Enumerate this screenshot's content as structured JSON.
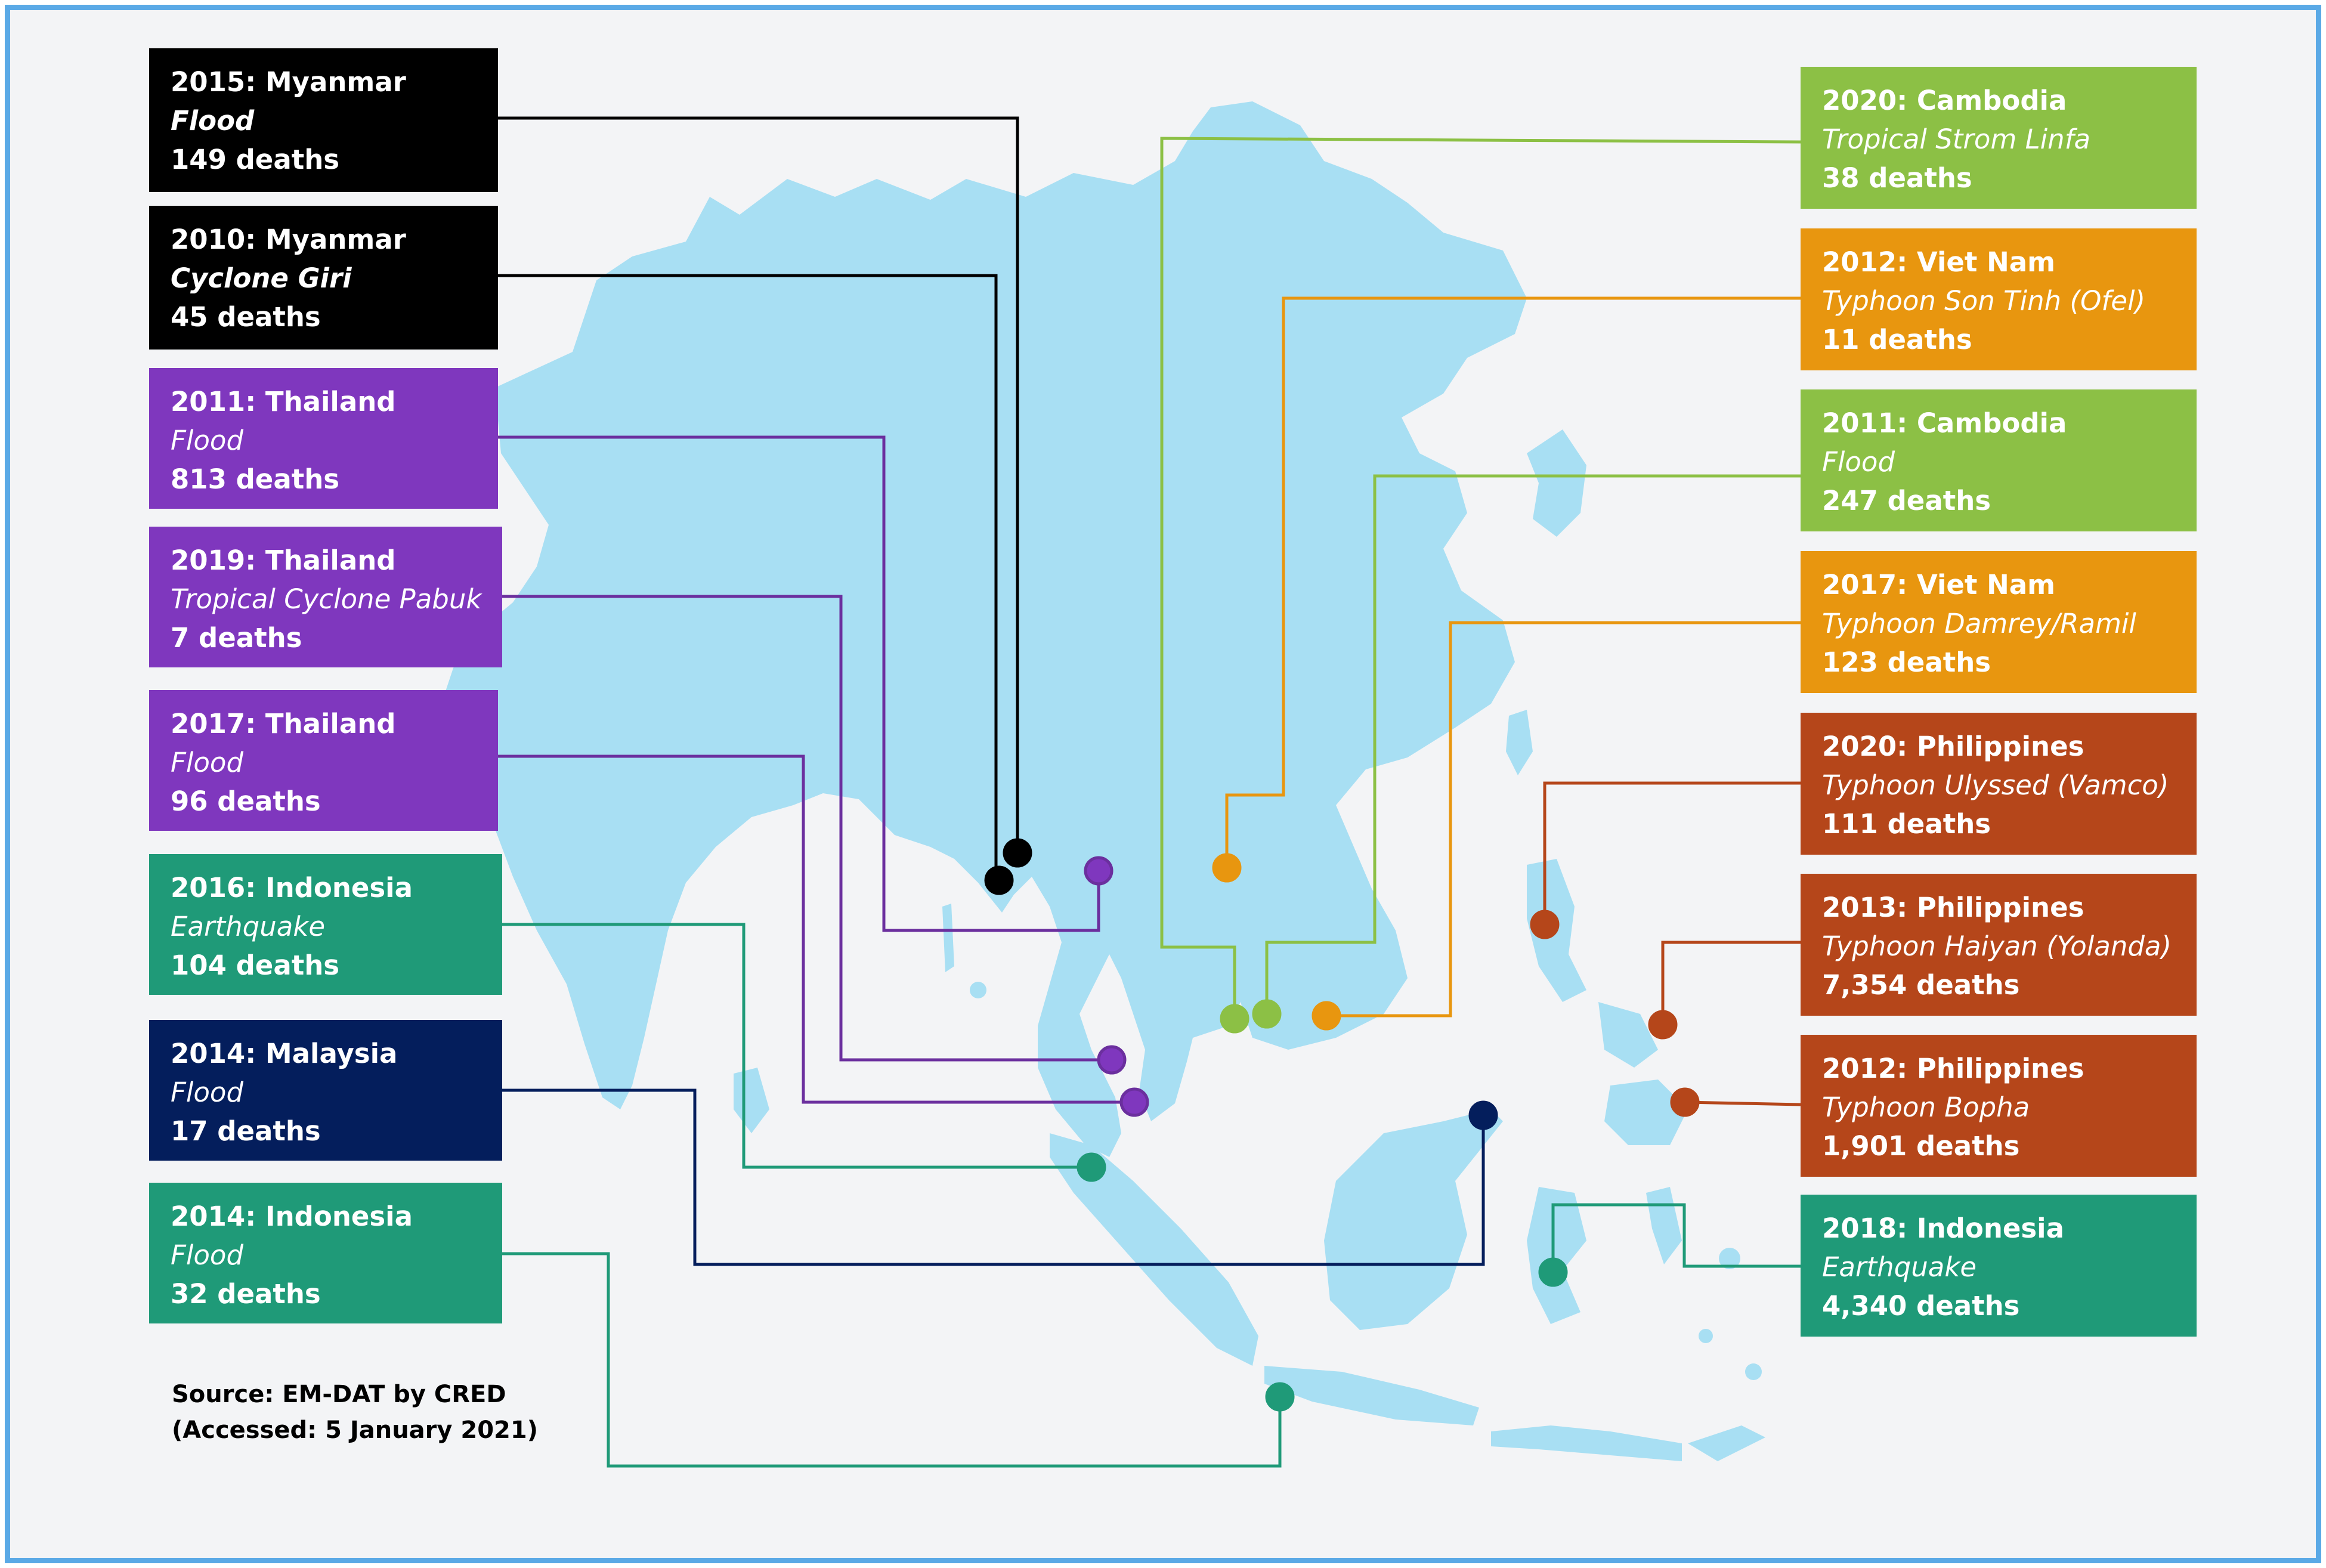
{
  "colors": {
    "black": "#000000",
    "purple": "#7f37be",
    "purple_line": "#6b2f9e",
    "teal": "#1f9a78",
    "navy": "#041e5c",
    "lime": "#8cc045",
    "orange": "#e8960f",
    "rust": "#b5461a",
    "land": "#a8dff3",
    "sea": "#f3f4f6",
    "border": "#5aa9e6"
  },
  "left_cards": [
    {
      "year_country": "2015: Myanmar",
      "event": "Flood",
      "deaths": "149 deaths",
      "color": "black"
    },
    {
      "year_country": "2010: Myanmar",
      "event": "Cyclone Giri",
      "deaths": "45 deaths",
      "color": "black"
    },
    {
      "year_country": "2011: Thailand",
      "event": "Flood",
      "deaths": "813 deaths",
      "color": "purple"
    },
    {
      "year_country": "2019: Thailand",
      "event": "Tropical Cyclone Pabuk",
      "deaths": "7 deaths",
      "color": "purple"
    },
    {
      "year_country": "2017: Thailand",
      "event": "Flood",
      "deaths": "96 deaths",
      "color": "purple"
    },
    {
      "year_country": "2016: Indonesia",
      "event": "Earthquake",
      "deaths": "104 deaths",
      "color": "teal"
    },
    {
      "year_country": "2014: Malaysia",
      "event": "Flood",
      "deaths": "17 deaths",
      "color": "navy"
    },
    {
      "year_country": "2014: Indonesia",
      "event": "Flood",
      "deaths": "32 deaths",
      "color": "teal"
    }
  ],
  "right_cards": [
    {
      "year_country": "2020: Cambodia",
      "event": "Tropical Strom Linfa",
      "deaths": "38 deaths",
      "color": "lime"
    },
    {
      "year_country": "2012: Viet Nam",
      "event": "Typhoon Son Tinh (Ofel)",
      "deaths": "11 deaths",
      "color": "orange"
    },
    {
      "year_country": "2011: Cambodia",
      "event": "Flood",
      "deaths": "247 deaths",
      "color": "lime"
    },
    {
      "year_country": "2017: Viet Nam",
      "event": "Typhoon Damrey/Ramil",
      "deaths": "123 deaths",
      "color": "orange"
    },
    {
      "year_country": "2020: Philippines",
      "event": "Typhoon Ulyssed (Vamco)",
      "deaths": "111 deaths",
      "color": "rust"
    },
    {
      "year_country": "2013: Philippines",
      "event": "Typhoon Haiyan (Yolanda)",
      "deaths": "7,354 deaths",
      "color": "rust"
    },
    {
      "year_country": "2012: Philippines",
      "event": "Typhoon Bopha",
      "deaths": "1,901 deaths",
      "color": "rust"
    },
    {
      "year_country": "2018: Indonesia",
      "event": "Earthquake",
      "deaths": "4,340 deaths",
      "color": "teal"
    }
  ],
  "source": {
    "line1": "Source: EM-DAT by CRED",
    "line2": "(Accessed: 5 January 2021)"
  }
}
